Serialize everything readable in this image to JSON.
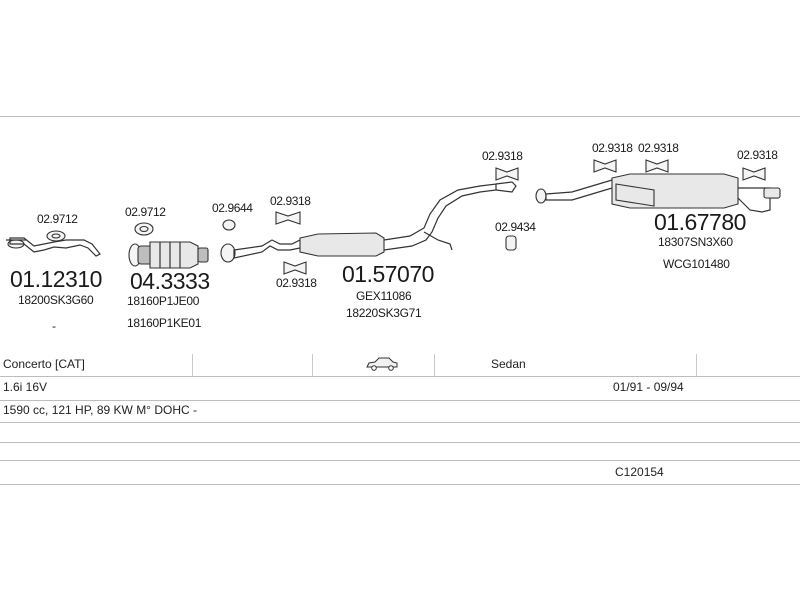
{
  "parts": {
    "p1": {
      "number": "01.12310",
      "ref1": "18200SK3G60",
      "ref2": "-"
    },
    "p2": {
      "number": "04.3333",
      "ref1": "18160P1JE00",
      "ref2": "18160P1KE01"
    },
    "p3": {
      "number": "01.57070",
      "ref1": "GEX11086",
      "ref2": "18220SK3G71"
    },
    "p4": {
      "number": "01.67780",
      "ref1": "18307SN3X60",
      "ref2": "WCG101480"
    }
  },
  "clamps": {
    "c1": "02.9712",
    "c2": "02.9712",
    "c3": "02.9644",
    "c4": "02.9318",
    "c5": "02.9318",
    "c6": "02.9318",
    "c7": "02.9434",
    "c8": "02.9318",
    "c9": "02.9318",
    "c10": "02.9318"
  },
  "vehicle": {
    "model": "Concerto  [CAT]",
    "body_type": "Sedan",
    "body_icon": "sedan-car-icon",
    "engine": "1.6i 16V",
    "period": "01/91 - 09/94",
    "specs": "1590 cc, 121 HP, 89 KW M° DOHC -",
    "catalog_code": "C120154"
  }
}
